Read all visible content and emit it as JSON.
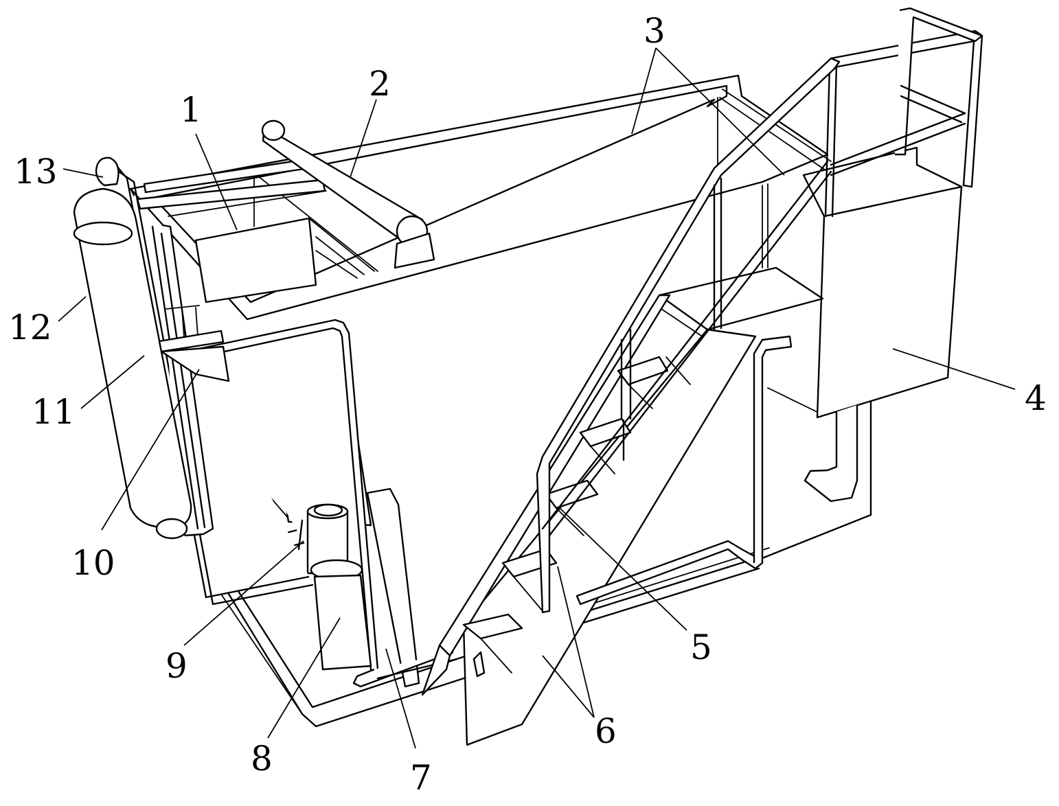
{
  "callouts": [
    {
      "id": "label-1",
      "text": "1"
    },
    {
      "id": "label-2",
      "text": "2"
    },
    {
      "id": "label-3",
      "text": "3"
    },
    {
      "id": "label-4",
      "text": "4"
    },
    {
      "id": "label-5",
      "text": "5"
    },
    {
      "id": "label-6",
      "text": "6"
    },
    {
      "id": "label-7",
      "text": "7"
    },
    {
      "id": "label-8",
      "text": "8"
    },
    {
      "id": "label-9",
      "text": "9"
    },
    {
      "id": "label-10",
      "text": "10"
    },
    {
      "id": "label-11",
      "text": "11"
    },
    {
      "id": "label-12",
      "text": "12"
    },
    {
      "id": "label-13",
      "text": "13"
    }
  ],
  "colors": {
    "line": "#000000",
    "background": "#ffffff"
  }
}
